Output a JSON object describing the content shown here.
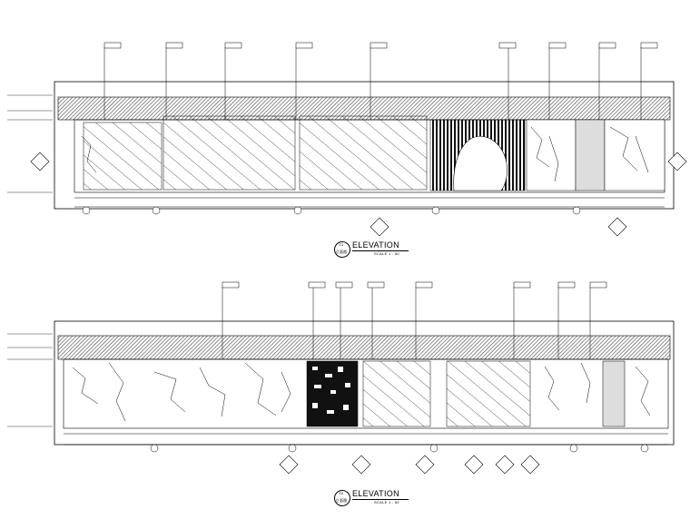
{
  "elevations": [
    {
      "id": "elevation-1",
      "title": "ELEVATION",
      "scale": "SCALE 1 : 50",
      "number": "01",
      "subtitle": "立面图"
    },
    {
      "id": "elevation-2",
      "title": "ELEVATION",
      "scale": "SCALE 1 : 50",
      "number": "02",
      "subtitle": "立面图"
    }
  ],
  "colors": {
    "line": "#000000",
    "paper": "#ffffff",
    "hatch": "#555555",
    "dark_panel": "#111111"
  }
}
